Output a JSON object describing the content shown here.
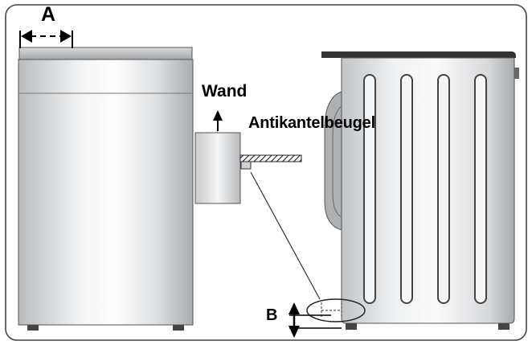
{
  "labels": {
    "dimension_a": "A",
    "wall": "Wand",
    "anti_tip_bracket": "Antikantelbeugel",
    "dimension_b": "B"
  }
}
